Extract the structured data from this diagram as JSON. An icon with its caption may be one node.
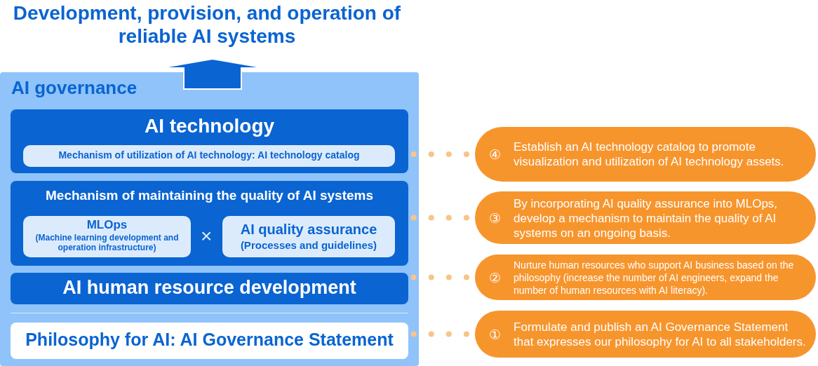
{
  "diagram": {
    "title": "Development, provision, and operation of reliable AI systems",
    "nodes": [
      {
        "text": [
          "AI governance"
        ]
      },
      {
        "text": [
          "AI technology"
        ],
        "in": 0
      },
      {
        "text": [
          "Mechanism of utilization of AI technology: AI technology catalog"
        ],
        "in": 1
      },
      {
        "text": [
          "Mechanism of maintaining the quality of AI systems"
        ],
        "in": 0
      },
      {
        "text": [
          "MLOps",
          "(Machine learning development and operation infrastructure)"
        ],
        "in": 3
      },
      {
        "text": [
          "AI quality assurance",
          "(Processes and guidelines)"
        ],
        "in": 3
      },
      {
        "text": [
          "AI human resource development"
        ],
        "in": 0
      },
      {
        "text": [
          "Philosophy for AI: AI Governance Statement"
        ],
        "in": 0
      },
      {
        "text": [
          "④",
          "Establish an AI technology catalog to promote visualization and utilization of AI technology assets."
        ]
      },
      {
        "text": [
          "③",
          "By incorporating AI quality assurance into MLOps, develop a mechanism to maintain the quality of AI systems on an ongoing basis."
        ]
      },
      {
        "text": [
          "②",
          "Nurture human resources who support AI business based on the philosophy (increase the number of AI engineers, expand the number of human resources with AI literacy)."
        ]
      },
      {
        "text": [
          "①",
          "Formulate and publish an AI Governance Statement that expresses our philosophy for AI to all stakeholders."
        ]
      }
    ],
    "edges": [
      {
        "from": 8,
        "to": 1,
        "arrow": "none",
        "style": "dashed"
      },
      {
        "from": 9,
        "to": 3,
        "arrow": "none",
        "style": "dashed"
      },
      {
        "from": 10,
        "to": 6,
        "arrow": "none",
        "style": "dashed"
      },
      {
        "from": 11,
        "to": 7,
        "arrow": "none",
        "style": "dashed"
      }
    ],
    "labels": [
      "×"
    ]
  }
}
